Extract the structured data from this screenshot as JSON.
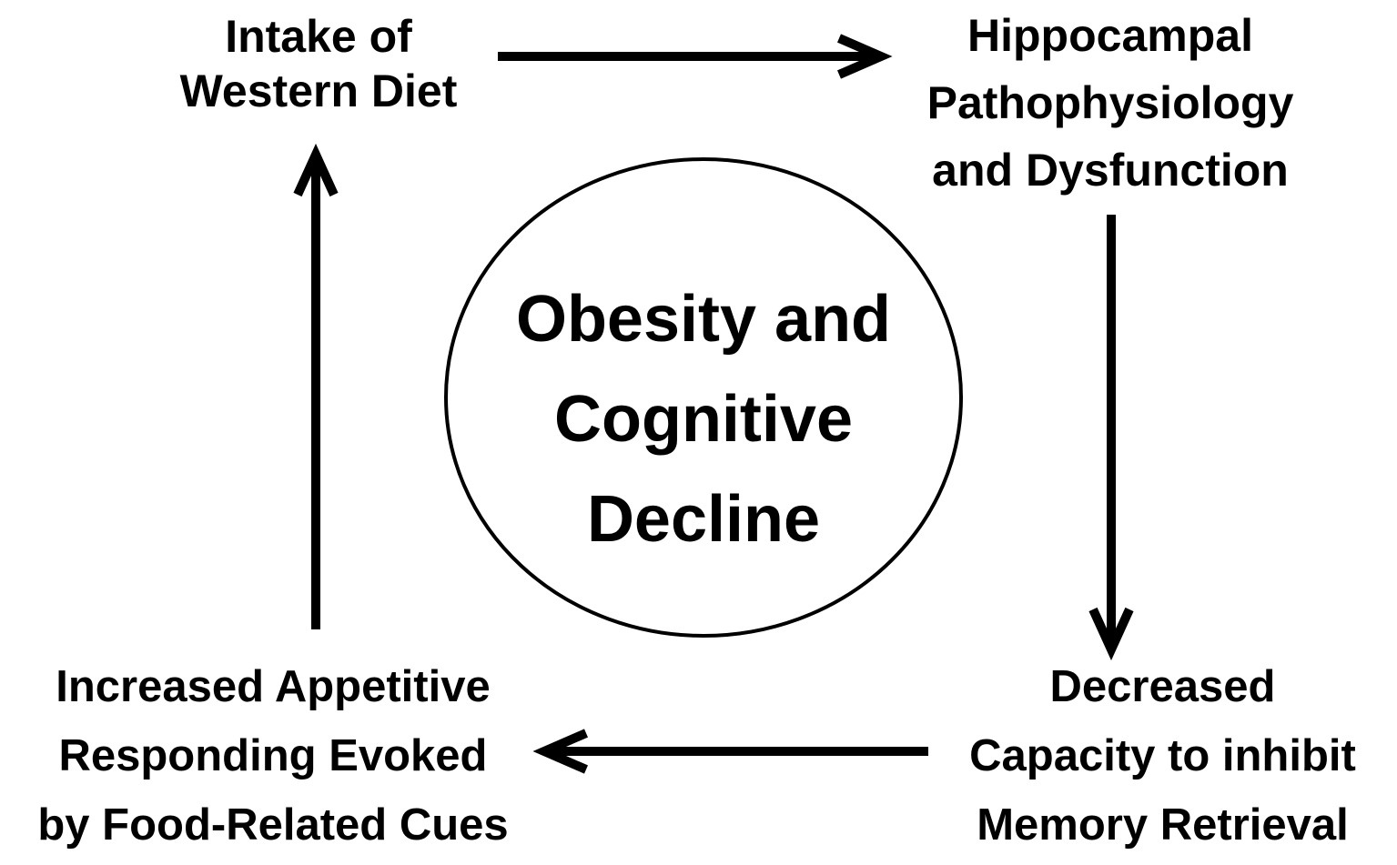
{
  "nodes": {
    "top_left": {
      "lines": [
        "Intake of",
        "Western Diet"
      ]
    },
    "top_right": {
      "lines": [
        "Hippocampal",
        "Pathophysiology",
        "and Dysfunction"
      ]
    },
    "bottom_right": {
      "lines": [
        "Decreased",
        "Capacity to inhibit",
        "Memory Retrieval"
      ]
    },
    "bottom_left": {
      "lines": [
        "Increased Appetitive",
        "Responding Evoked",
        "by Food-Related Cues"
      ]
    }
  },
  "center": {
    "lines": [
      "Obesity and",
      "Cognitive",
      "Decline"
    ]
  },
  "colors": {
    "stroke": "#000000",
    "text": "#000000",
    "background": "#ffffff"
  }
}
